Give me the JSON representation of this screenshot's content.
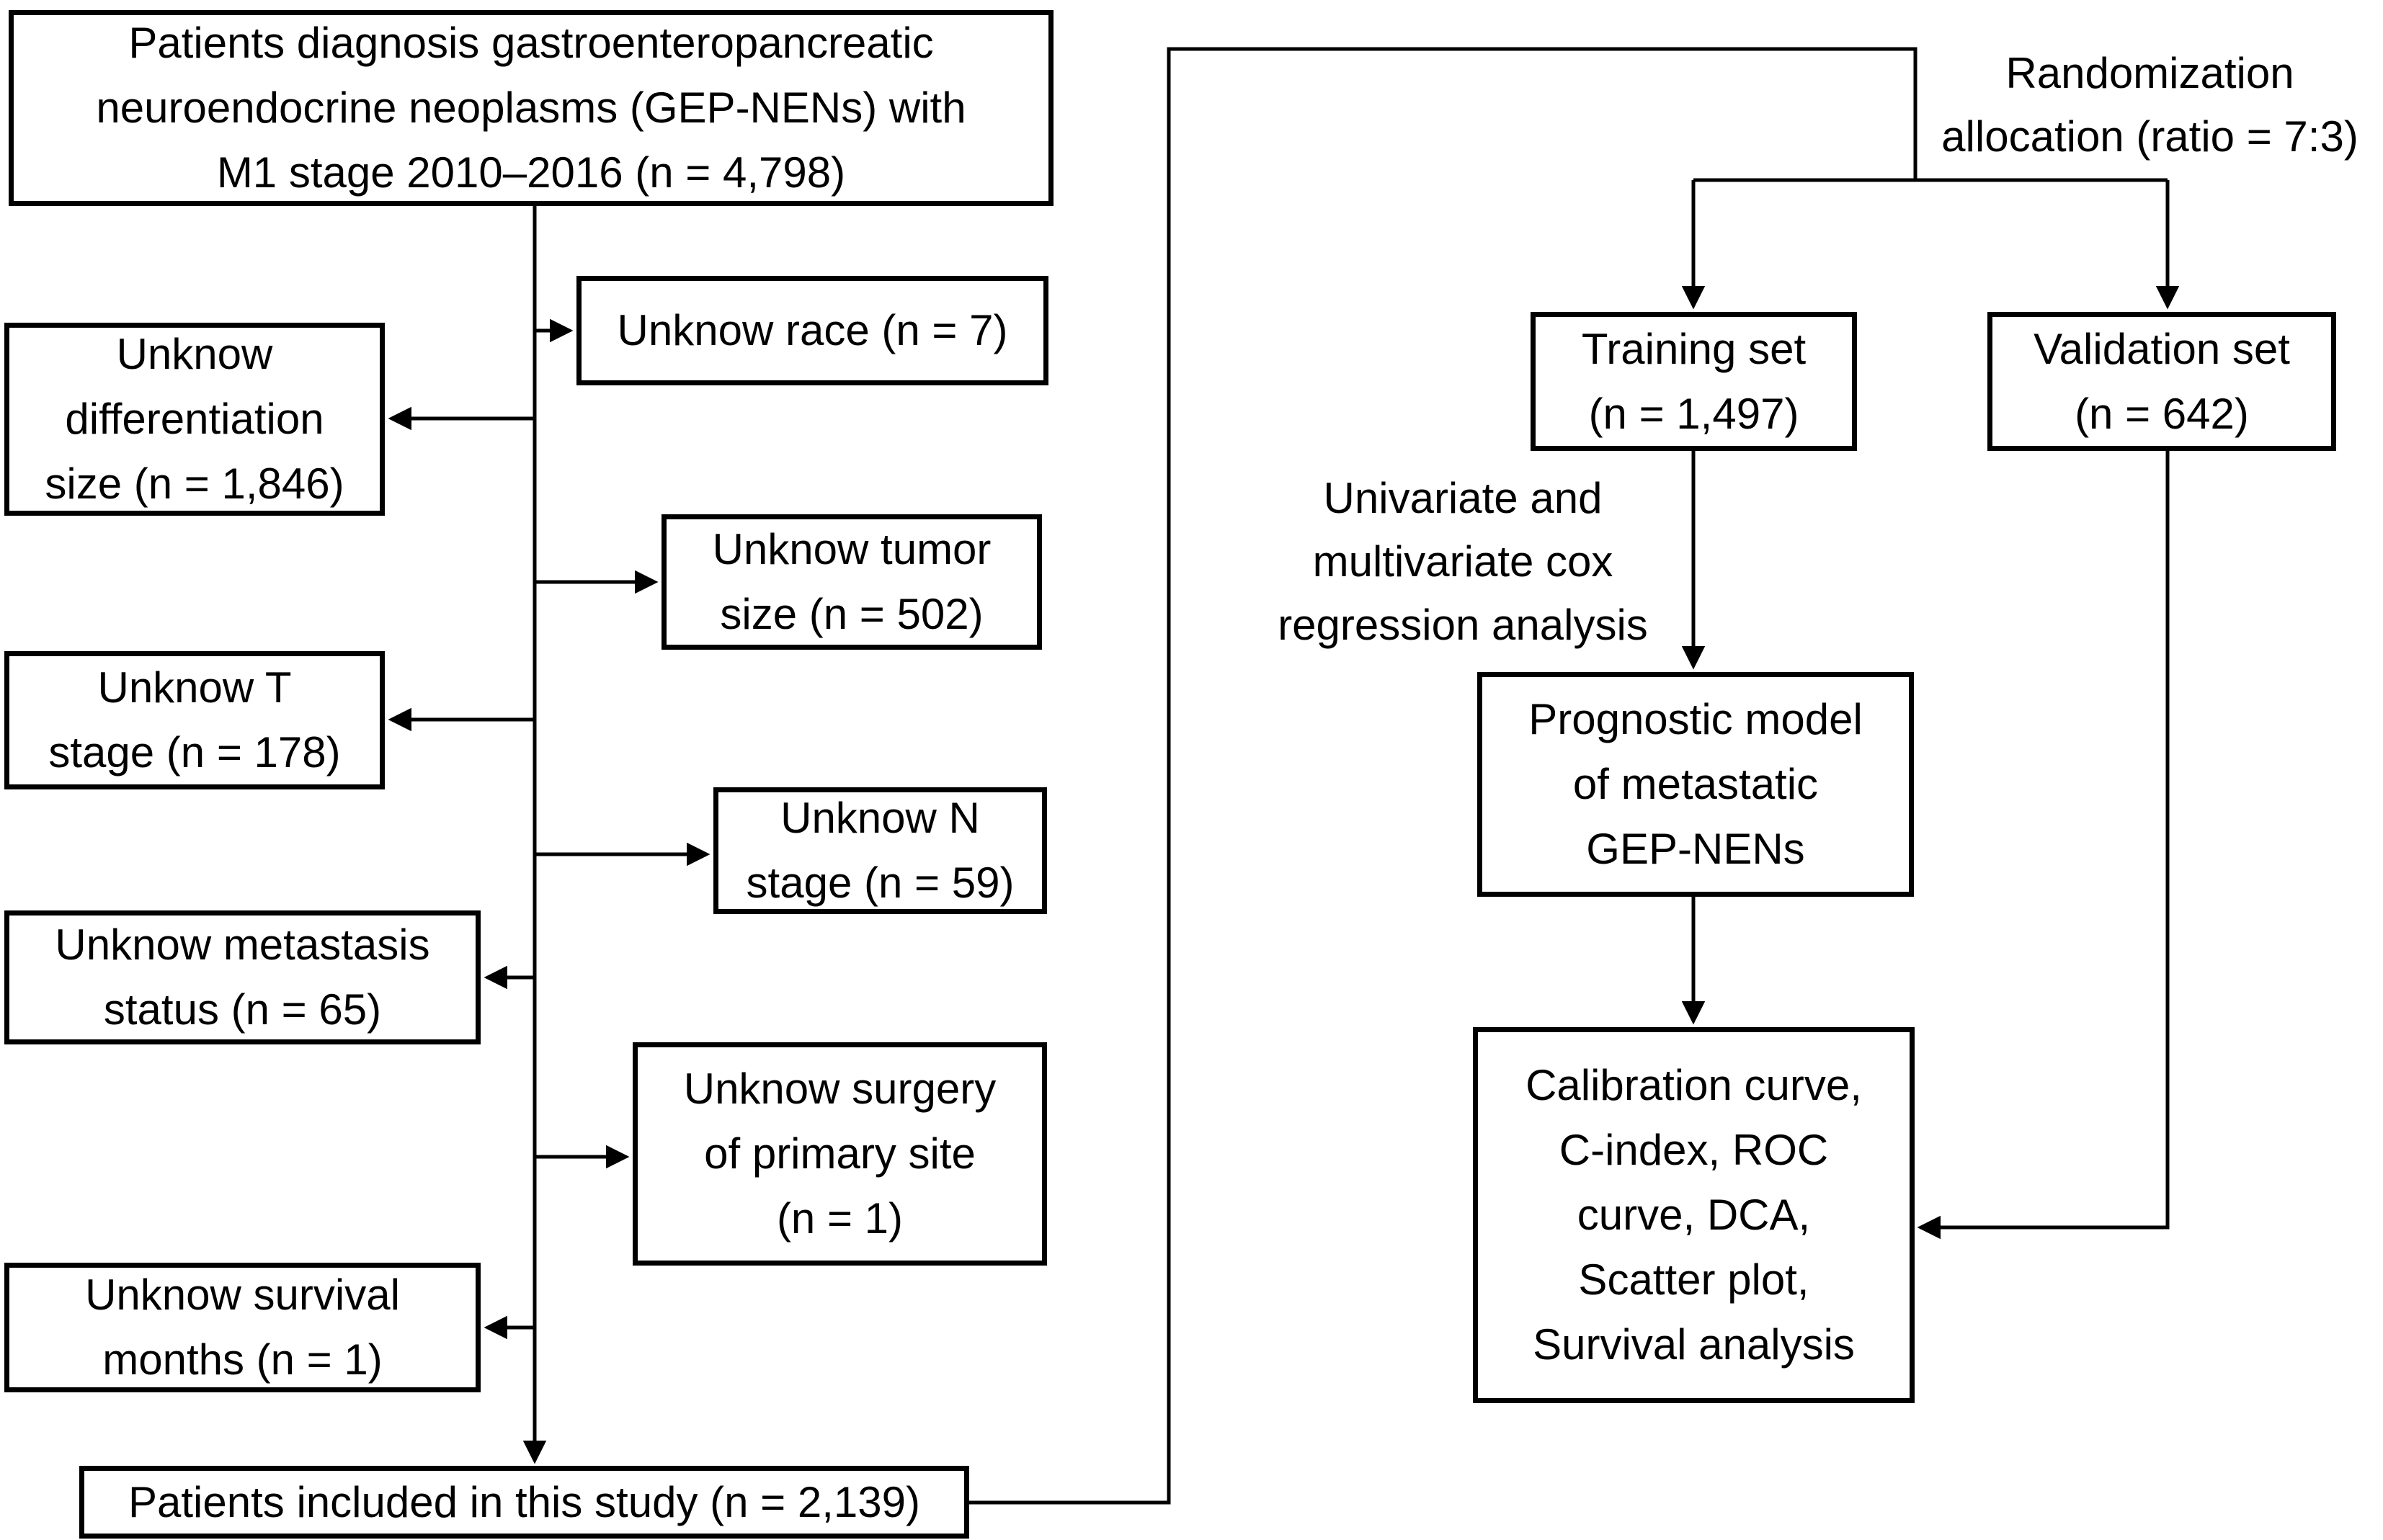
{
  "diagram": {
    "nodes": {
      "source": {
        "label": "Patients diagnosis gastroenteropancreatic\nneuroendocrine neoplasms (GEP-NENs) with\nM1 stage 2010–2016 (n = 4,798)"
      },
      "race": {
        "label": "Unknow race (n = 7)"
      },
      "differentiation": {
        "label": "Unknow\ndifferentiation\nsize (n = 1,846)"
      },
      "tumor_size": {
        "label": "Unknow tumor\nsize (n = 502)"
      },
      "t_stage": {
        "label": "Unknow T\nstage (n = 178)"
      },
      "n_stage": {
        "label": "Unknow N\nstage (n = 59)"
      },
      "metastasis": {
        "label": "Unknow metastasis\nstatus (n = 65)"
      },
      "surgery": {
        "label": "Unknow surgery\nof primary site\n(n = 1)"
      },
      "survival": {
        "label": "Unknow survival\nmonths (n = 1)"
      },
      "included": {
        "label": "Patients included in this study (n = 2,139)"
      },
      "training": {
        "label": "Training set\n(n = 1,497)"
      },
      "validation": {
        "label": "Validation set\n(n = 642)"
      },
      "prognostic": {
        "label": "Prognostic model\nof metastatic\nGEP-NENs"
      },
      "evaluation": {
        "label": "Calibration curve,\nC-index, ROC\ncurve, DCA,\nScatter plot,\nSurvival analysis"
      }
    },
    "annotations": {
      "randomization": {
        "label": "Randomization\nallocation (ratio = 7:3)"
      },
      "cox": {
        "label": "Univariate and\nmultivariate cox\nregression analysis"
      }
    },
    "colors": {
      "line": "#000000",
      "box_border": "#000000",
      "box_fill": "#ffffff",
      "text": "#000000",
      "background": "#ffffff"
    }
  }
}
